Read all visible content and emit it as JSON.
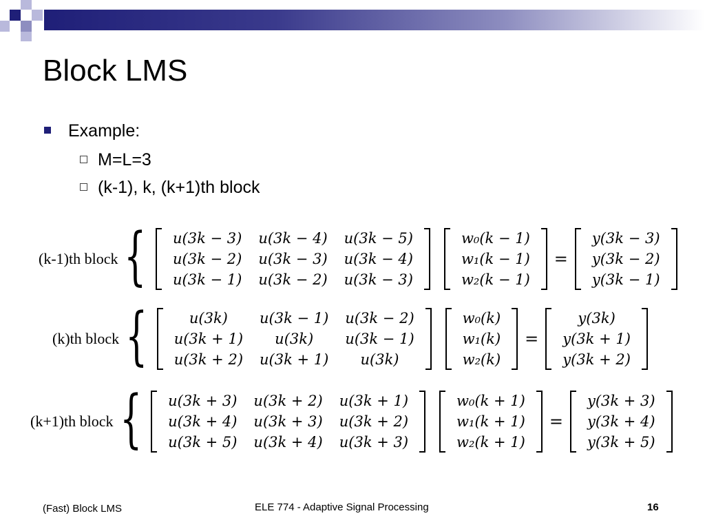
{
  "slide": {
    "title": "Block LMS",
    "bullet": "Example:",
    "sub_bullets": [
      "M=L=3",
      "(k-1), k, (k+1)th block"
    ]
  },
  "equations": [
    {
      "label": "(k-1)th block",
      "u_matrix": [
        [
          "u(3k − 3)",
          "u(3k − 4)",
          "u(3k − 5)"
        ],
        [
          "u(3k − 2)",
          "u(3k − 3)",
          "u(3k − 4)"
        ],
        [
          "u(3k − 1)",
          "u(3k − 2)",
          "u(3k − 3)"
        ]
      ],
      "w_vector": [
        "w₀(k − 1)",
        "w₁(k − 1)",
        "w₂(k − 1)"
      ],
      "y_vector": [
        "y(3k − 3)",
        "y(3k − 2)",
        "y(3k − 1)"
      ]
    },
    {
      "label": "(k)th block",
      "u_matrix": [
        [
          "u(3k)",
          "u(3k − 1)",
          "u(3k − 2)"
        ],
        [
          "u(3k + 1)",
          "u(3k)",
          "u(3k − 1)"
        ],
        [
          "u(3k + 2)",
          "u(3k + 1)",
          "u(3k)"
        ]
      ],
      "w_vector": [
        "w₀(k)",
        "w₁(k)",
        "w₂(k)"
      ],
      "y_vector": [
        "y(3k)",
        "y(3k + 1)",
        "y(3k + 2)"
      ]
    },
    {
      "label": "(k+1)th block",
      "u_matrix": [
        [
          "u(3k + 3)",
          "u(3k + 2)",
          "u(3k + 1)"
        ],
        [
          "u(3k + 4)",
          "u(3k + 3)",
          "u(3k + 2)"
        ],
        [
          "u(3k + 5)",
          "u(3k + 4)",
          "u(3k + 3)"
        ]
      ],
      "w_vector": [
        "w₀(k + 1)",
        "w₁(k + 1)",
        "w₂(k + 1)"
      ],
      "y_vector": [
        "y(3k + 3)",
        "y(3k + 4)",
        "y(3k + 5)"
      ]
    }
  ],
  "footer": {
    "left": "(Fast) Block LMS",
    "center": "ELE 774 - Adaptive Signal Processing",
    "page_number": "16"
  },
  "colors": {
    "accent": "#1f1f78",
    "accent_light": "#8e8ec0"
  }
}
